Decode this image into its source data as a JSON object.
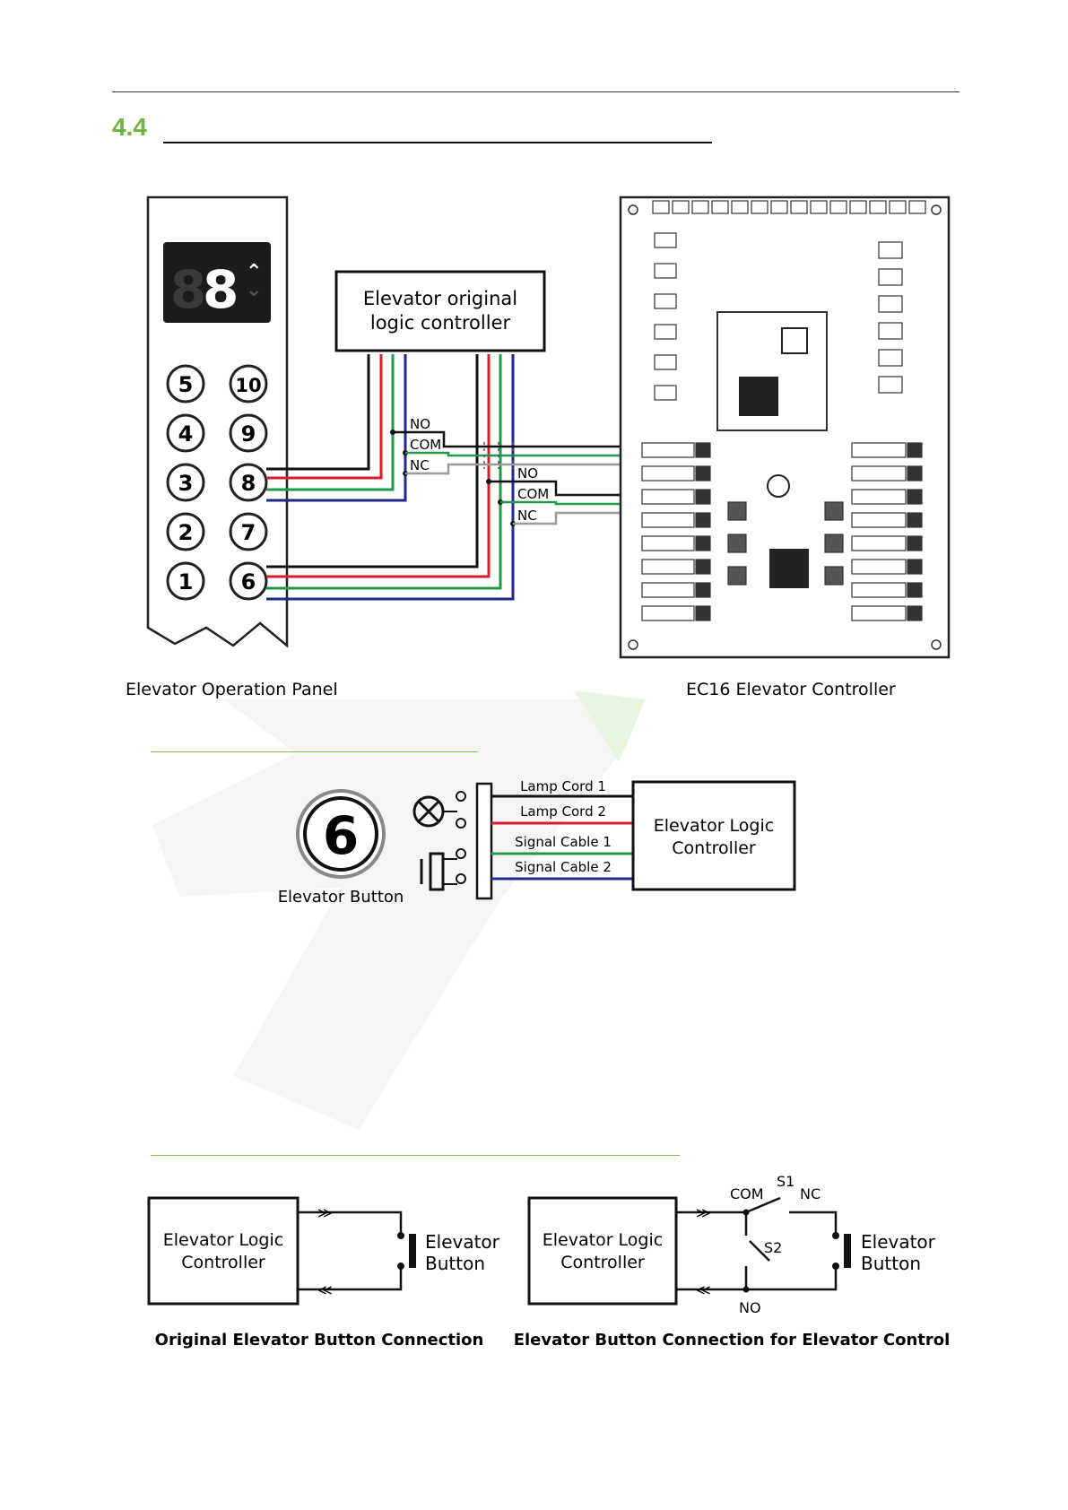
{
  "section": {
    "number": "4.4"
  },
  "figure1": {
    "original_controller": {
      "line1": "Elevator original",
      "line2": "logic controller"
    },
    "upper_contacts": {
      "no": "NO",
      "com": "COM",
      "nc": "NC"
    },
    "lower_contacts": {
      "no": "NO",
      "com": "COM",
      "nc": "NC"
    },
    "panel_buttons_left": [
      "5",
      "4",
      "3",
      "2",
      "1"
    ],
    "panel_buttons_right": [
      "10",
      "9",
      "8",
      "7",
      "6"
    ],
    "panel_caption": "Elevator Operation Panel",
    "controller_caption": "EC16 Elevator Controller",
    "wire_colors": {
      "black": "#111111",
      "red": "#d4202c",
      "green": "#1f9a4a",
      "blue": "#1f2a8c",
      "gray": "#9a9a9a"
    }
  },
  "figure2": {
    "button_number": "6",
    "button_caption": "Elevator Button",
    "wires": [
      "Lamp Cord 1",
      "Lamp Cord 2",
      "Signal Cable 1",
      "Signal Cable 2"
    ],
    "controller": {
      "line1": "Elevator Logic",
      "line2": "Controller"
    }
  },
  "figure3": {
    "left": {
      "controller": {
        "line1": "Elevator Logic",
        "line2": "Controller"
      },
      "button": {
        "line1": "Elevator",
        "line2": "Button"
      },
      "caption": "Original Elevator Button Connection"
    },
    "right": {
      "controller": {
        "line1": "Elevator Logic",
        "line2": "Controller"
      },
      "button": {
        "line1": "Elevator",
        "line2": "Button"
      },
      "s1": "S1",
      "s2": "S2",
      "com": "COM",
      "nc": "NC",
      "no": "NO",
      "caption": "Elevator Button Connection for Elevator Control"
    }
  },
  "accent_color": "#6db33f"
}
